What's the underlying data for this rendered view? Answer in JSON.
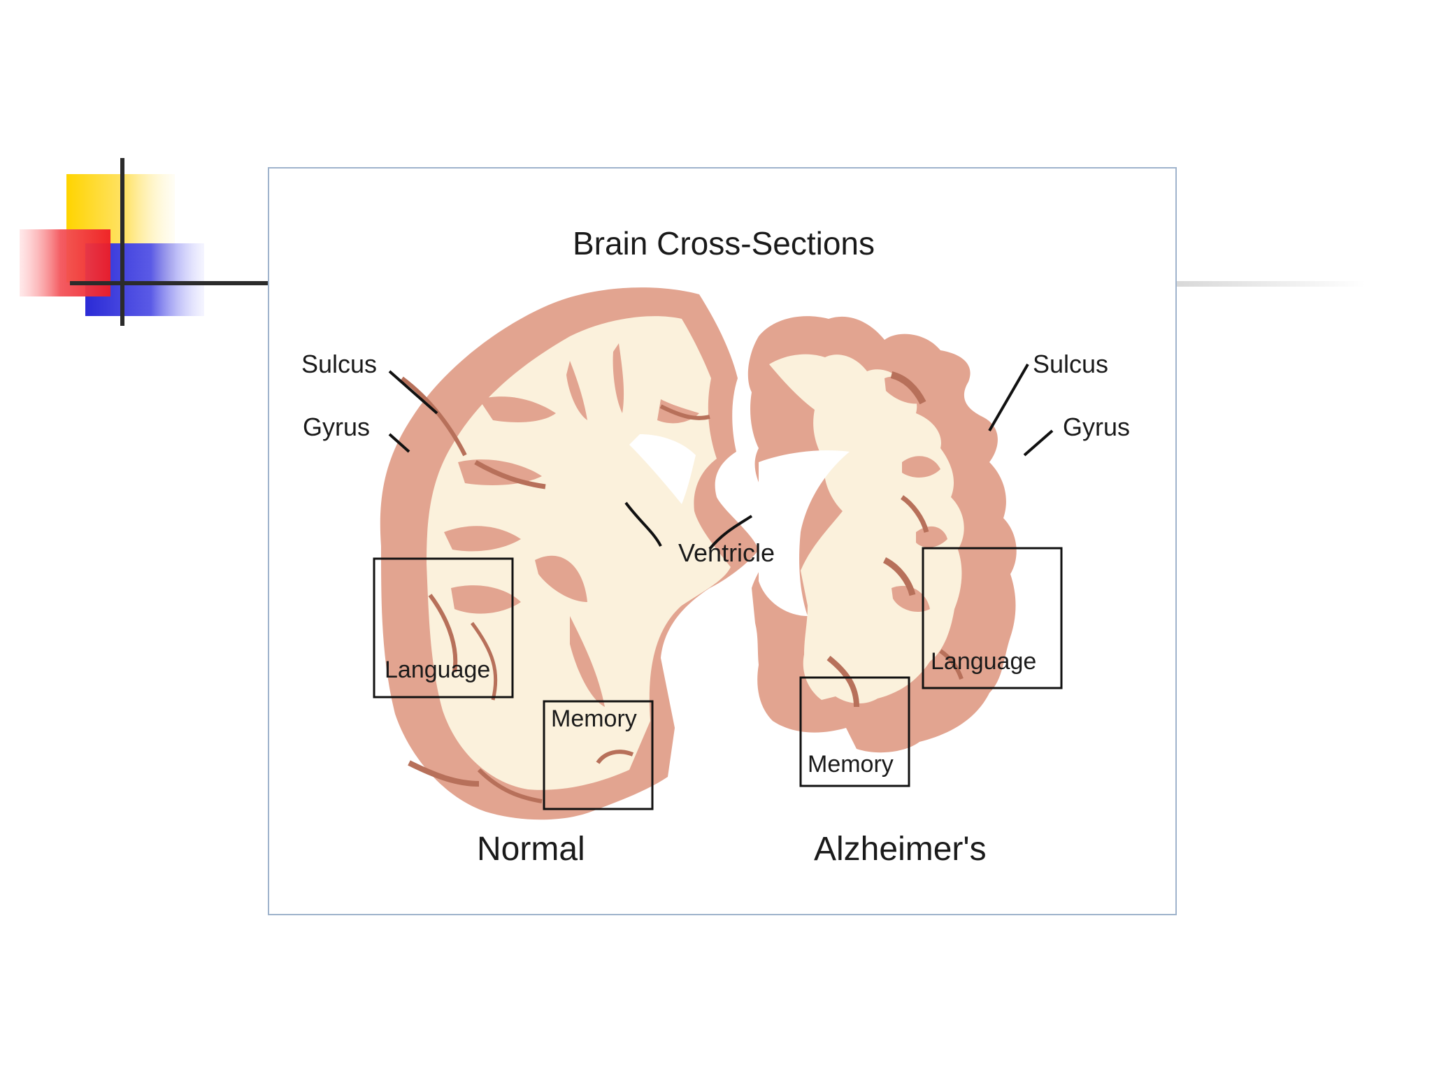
{
  "figure": {
    "title": "Brain Cross-Sections",
    "labels": {
      "sulcus_left": "Sulcus",
      "gyrus_left": "Gyrus",
      "sulcus_right": "Sulcus",
      "gyrus_right": "Gyrus",
      "ventricle": "Ventricle",
      "language_normal": "Language",
      "memory_normal": "Memory",
      "language_alz": "Language",
      "memory_alz": "Memory",
      "condition_normal": "Normal",
      "condition_alz": "Alzheimer's"
    }
  },
  "colors": {
    "grey_matter": "#e2a490",
    "white_matter": "#fbf1dc",
    "dark_fold": "#b7705a",
    "accent_yellow": "#ffd400",
    "accent_red": "#ee1c25",
    "accent_blue": "#2b2bd6",
    "frame": "#9fb3cc"
  },
  "icons": [
    "slide-corner-decoration"
  ]
}
